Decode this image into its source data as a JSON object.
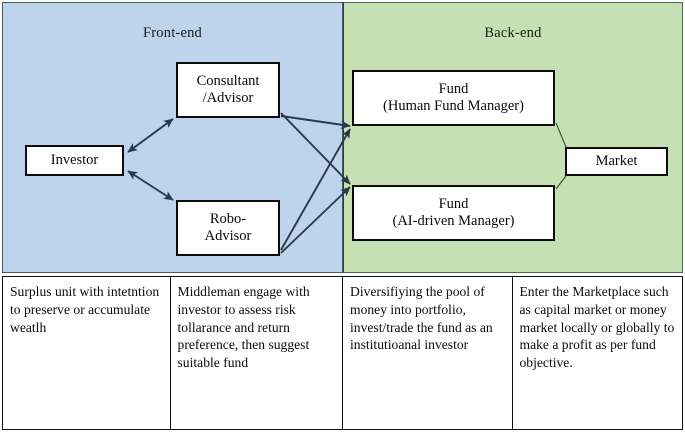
{
  "diagram": {
    "regions": [
      {
        "id": "front-end",
        "label": "Front-end",
        "color": "#BDD4EC"
      },
      {
        "id": "back-end",
        "label": "Back-end",
        "color": "#C5E0B3"
      }
    ],
    "nodes": [
      {
        "id": "investor",
        "line1": "Investor",
        "line2": ""
      },
      {
        "id": "consultant",
        "line1": "Consultant",
        "line2": "/Advisor"
      },
      {
        "id": "robo",
        "line1": "Robo-",
        "line2": "Advisor"
      },
      {
        "id": "fund-human",
        "line1": "Fund",
        "line2": "(Human Fund Manager)"
      },
      {
        "id": "fund-ai",
        "line1": "Fund",
        "line2": "(AI-driven Manager)"
      },
      {
        "id": "market",
        "line1": "Market",
        "line2": ""
      }
    ],
    "edges": [
      {
        "from": "investor",
        "to": "consultant",
        "arrows": "both"
      },
      {
        "from": "investor",
        "to": "robo",
        "arrows": "both"
      },
      {
        "from": "consultant",
        "to": "fund-human",
        "arrows": "to"
      },
      {
        "from": "consultant",
        "to": "fund-ai",
        "arrows": "to"
      },
      {
        "from": "robo",
        "to": "fund-human",
        "arrows": "to"
      },
      {
        "from": "robo",
        "to": "fund-ai",
        "arrows": "to"
      },
      {
        "from": "fund-human",
        "to": "market",
        "arrows": "none"
      },
      {
        "from": "fund-ai",
        "to": "market",
        "arrows": "none"
      }
    ],
    "edge_color": "#2b3a4a",
    "thin_edge_color": "#3a4a2f",
    "node_border_color": "#0d0d0d"
  },
  "descriptions": [
    {
      "id": "investor",
      "text": "Surplus unit with intetntion to preserve or accumulate weatlh"
    },
    {
      "id": "advisor",
      "text": "Middleman engage with investor to assess risk tollarance and return preference, then suggest suitable fund"
    },
    {
      "id": "fund",
      "text": "Diversifiying the pool of money into portfolio, invest/trade the fund as an institutioanal investor"
    },
    {
      "id": "market",
      "text": "Enter the Marketplace such as capital market or money market locally or globally to make a profit as per fund objective."
    }
  ]
}
